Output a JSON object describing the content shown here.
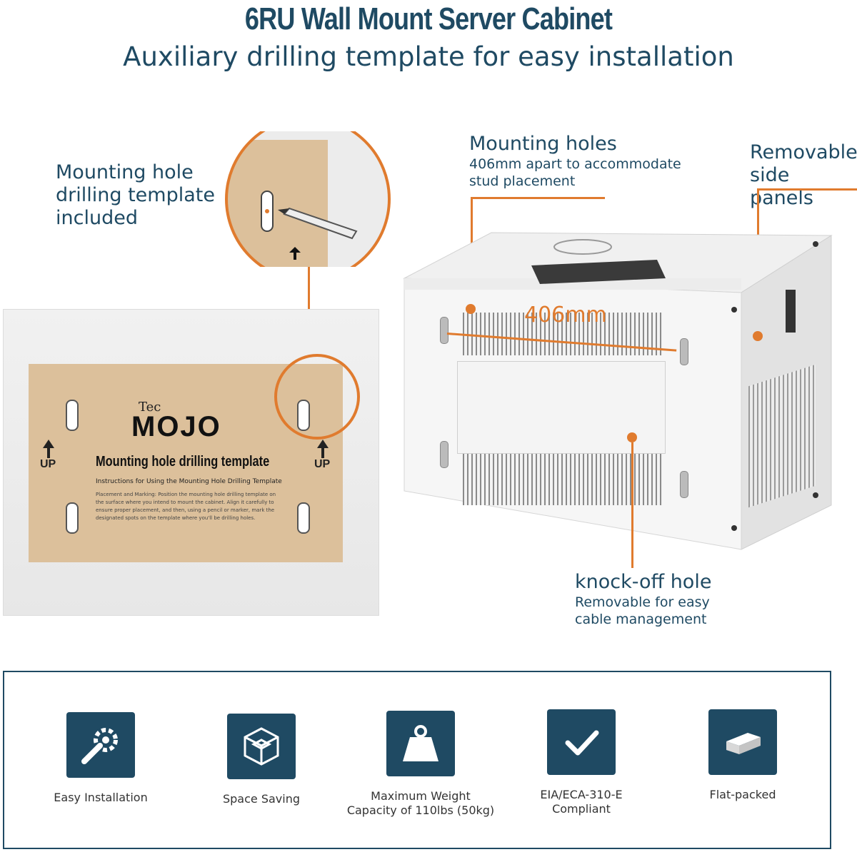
{
  "header": {
    "title": "6RU Wall Mount Server Cabinet",
    "subtitle": "Auxiliary drilling template for easy installation"
  },
  "callouts": {
    "template": {
      "line1": "Mounting hole",
      "line2": "drilling template",
      "line3": "included"
    },
    "mounting_holes": {
      "head": "Mounting holes",
      "sub1": "406mm apart to accommodate",
      "sub2": "stud placement"
    },
    "side_panels": {
      "line1": "Removable",
      "line2": "side panels"
    },
    "knockoff": {
      "head": "knock-off hole",
      "sub1": "Removable for easy",
      "sub2": "cable management"
    }
  },
  "template_card": {
    "brand_top": "Tec",
    "brand_main": "MOJO",
    "heading": "Mounting hole drilling template",
    "instructions_title": "Instructions for Using the Mounting Hole Drilling Template",
    "instructions_body": "Placement and Marking: Position the mounting hole drilling template on the surface where you intend to mount the cabinet. Align it carefully to ensure proper placement, and then, using a pencil or marker, mark the designated spots on the template where you'll be drilling holes.",
    "up_left": "UP",
    "up_right": "UP"
  },
  "cabinet": {
    "dimension_label": "406mm"
  },
  "features": [
    {
      "icon": "wrench-gear-icon",
      "line1": "Easy Installation",
      "line2": ""
    },
    {
      "icon": "cube-icon",
      "line1": "Space Saving",
      "line2": ""
    },
    {
      "icon": "weight-icon",
      "line1": "Maximum Weight",
      "line2": "Capacity of 110lbs (50kg)"
    },
    {
      "icon": "checkmark-icon",
      "line1": "EIA/ECA-310-E",
      "line2": "Compliant"
    },
    {
      "icon": "flat-box-icon",
      "line1": "Flat-packed",
      "line2": ""
    }
  ],
  "colors": {
    "navy": "#1f4a63",
    "orange": "#e07b2e",
    "template": "#dcc09b"
  }
}
